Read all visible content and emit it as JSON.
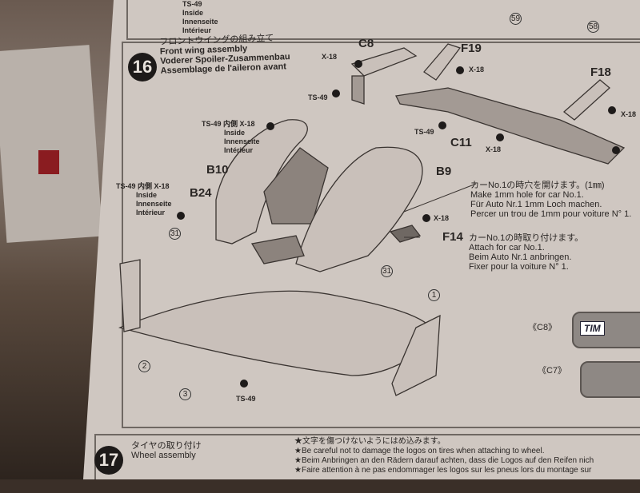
{
  "top_strip": {
    "screw_note": "TS-49",
    "inside": [
      "Inside",
      "Innenseite",
      "Intérieur"
    ],
    "markers": [
      "59",
      "58"
    ]
  },
  "step16": {
    "number": "16",
    "title_jp": "フロントウイングの組み立て",
    "title_en": "Front wing assembly",
    "title_de": "Voderer Spoiler-Zusammenbau",
    "title_fr": "Assemblage de l'aileron avant",
    "parts": {
      "c8": "C8",
      "f19": "F19",
      "f18": "F18",
      "c11": "C11",
      "b10": "B10",
      "b9": "B9",
      "b24": "B24",
      "f14": "F14"
    },
    "screws": {
      "x18": "X-18",
      "ts49": "TS-49"
    },
    "inside_note": {
      "prefix": "TS-49 内側 X-18",
      "lines": [
        "Inside",
        "Innenseite",
        "Intérieur"
      ]
    },
    "hole_note": [
      "カーNo.1の時穴を開けます。(1㎜)",
      "Make 1mm hole for car No.1.",
      "Für Auto Nr.1 1mm Loch machen.",
      "Percer un trou de 1mm pour voiture N° 1."
    ],
    "attach_note": [
      "カーNo.1の時取り付けます。",
      "Attach for car No.1.",
      "Beim Auto Nr.1 anbringen.",
      "Fixer pour la voiture N° 1."
    ],
    "decals": {
      "d31": "31",
      "d1": "1",
      "d2": "2",
      "d3": "3"
    },
    "sticker_refs": {
      "c8": "《C8》",
      "c7": "《C7》",
      "logo": "TIM"
    }
  },
  "step17": {
    "number": "17",
    "title_jp": "タイヤの取り付け",
    "title_en": "Wheel assembly",
    "notes": [
      "★文字を傷つけないようにはめ込みます。",
      "★Be careful not to damage the logos on tires when attaching to wheel.",
      "★Beim Anbringen an den Rädern darauf achten, dass die Logos auf den Reifen nich",
      "★Faire attention à ne pas endommager les logos sur les pneus lors du montage sur"
    ]
  }
}
